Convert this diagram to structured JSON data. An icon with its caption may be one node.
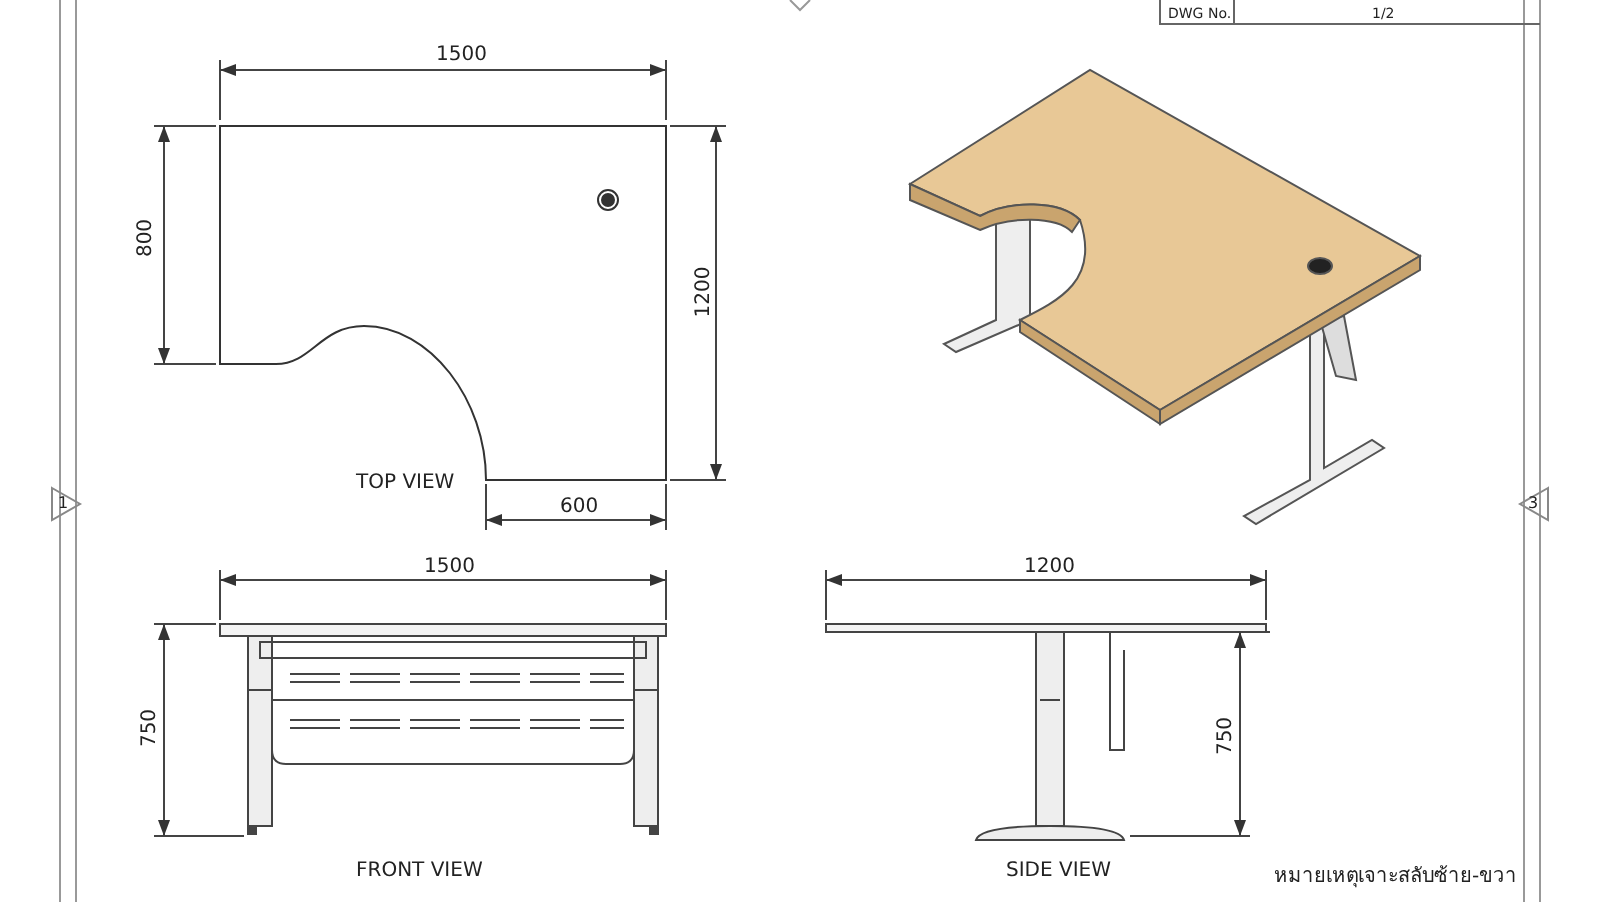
{
  "diagram": {
    "labels": [
      "DWG No.",
      "1/2",
      "1500",
      "800",
      "1200",
      "TOP VIEW",
      "1",
      "600",
      "3",
      "1500",
      "1200",
      "750",
      "750",
      "FRONT VIEW",
      "SIDE VIEW",
      "หมายเหตุเจาะสลับซ้าย-ขวา"
    ]
  }
}
